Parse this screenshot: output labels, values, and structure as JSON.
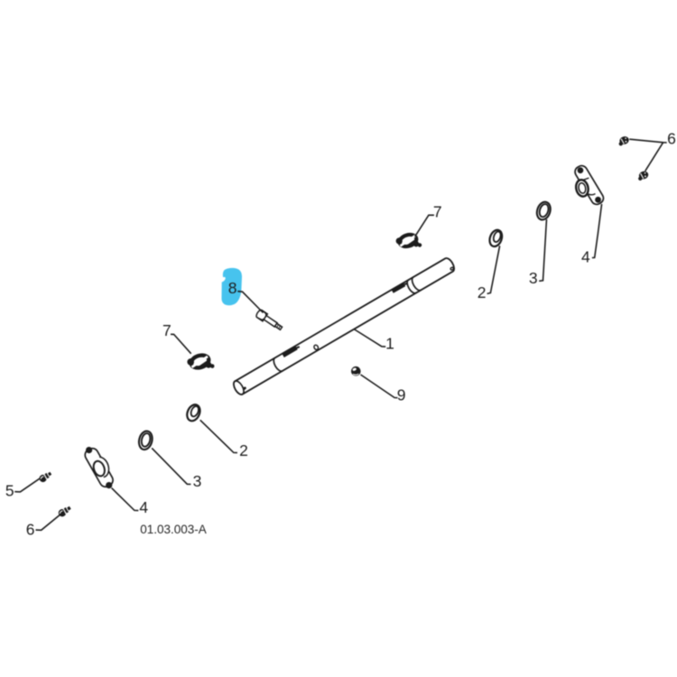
{
  "diagram": {
    "type": "exploded-parts-diagram",
    "caption": "01.03.003-A",
    "highlighted_part": "8",
    "colors": {
      "ink": "#1c1c1c",
      "background": "#ffffff",
      "highlight": "#47c3ee"
    },
    "labels": {
      "part1": "1",
      "part2_upper": "2",
      "part2_lower": "2",
      "part3_upper": "3",
      "part3_lower": "3",
      "part4_upper": "4",
      "part4_lower": "4",
      "part5": "5",
      "part6_upper": "6",
      "part6_lower": "6",
      "part7_upper": "7",
      "part7_left": "7",
      "part8": "8",
      "part9": "9"
    }
  }
}
